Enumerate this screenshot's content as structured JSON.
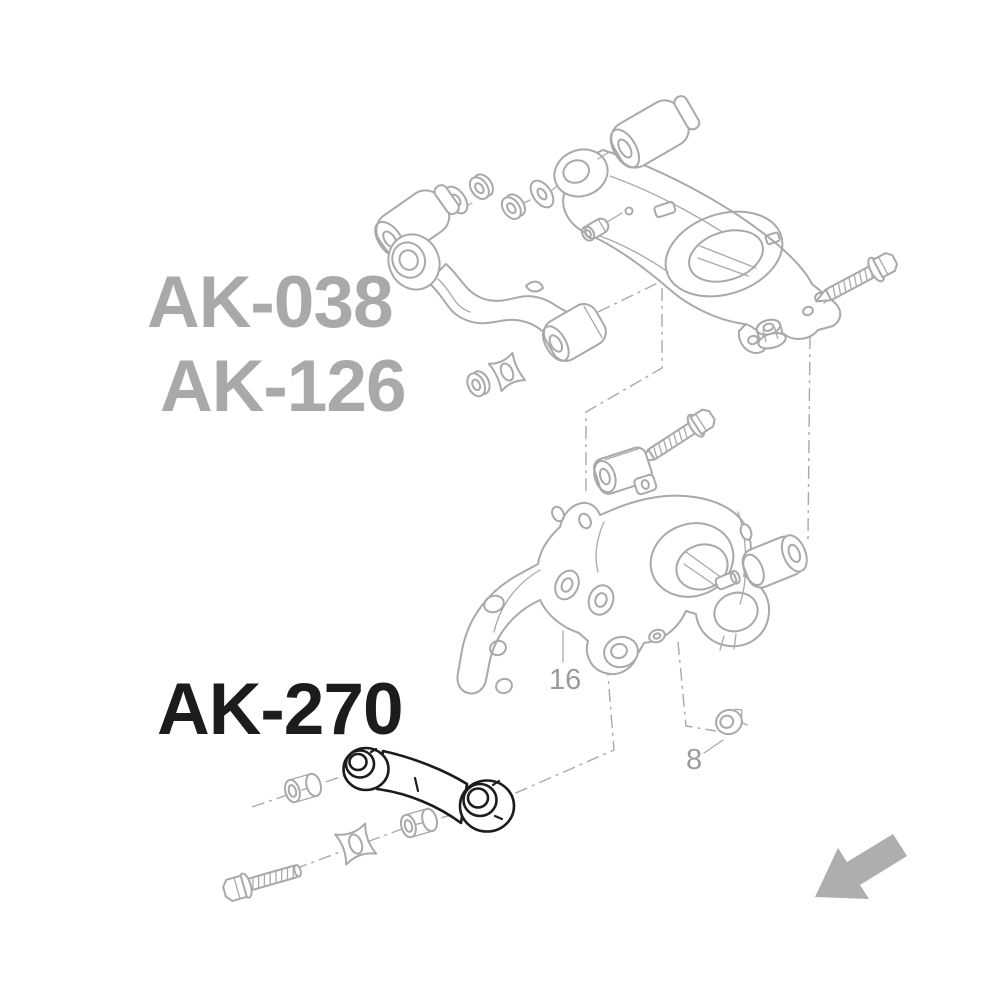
{
  "colors": {
    "background": "#ffffff",
    "line_gray": "#a9a9a9",
    "kit_label_gray": "#a9a9a9",
    "kit_label_black": "#1c1c1c",
    "part_number_gray": "#9b9b9b",
    "arrow_gray": "#aeaeae"
  },
  "labels": {
    "kit1": "AK-038",
    "kit2": "AK-126",
    "kit3": "AK-270",
    "part_16": "16",
    "part_8": "8"
  },
  "icons": {
    "direction_arrow": "arrow-down-left"
  }
}
